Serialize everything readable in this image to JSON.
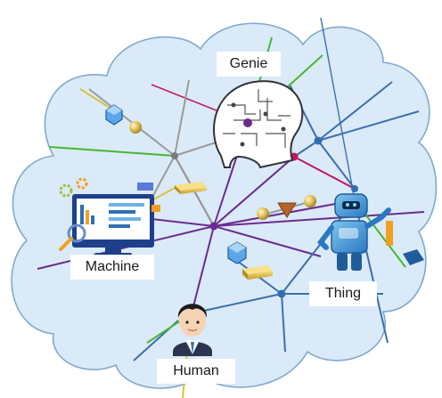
{
  "labels": {
    "genie": "Genie",
    "machine": "Machine",
    "thing": "Thing",
    "human": "Human"
  },
  "colors": {
    "cloud_fill": "#dbeaf8",
    "cloud_stroke": "#7fa9cf",
    "line_blue": "#3a6fae",
    "line_purple": "#6a2c91",
    "line_magenta": "#c0185e",
    "line_green": "#46b82e",
    "line_gray": "#9a9a9a",
    "line_yellow": "#d8c23a",
    "hub_purple": "#6a2c91",
    "node_blue": "#2f6fb0",
    "node_gray": "#7a7a7a"
  },
  "icons": [
    "brain-head-icon",
    "computer-monitor-icon",
    "robot-icon",
    "businessman-icon",
    "gold-bar-icon",
    "blue-gem-icon",
    "gold-orb-icon",
    "bronze-triangle-icon",
    "gear-icon"
  ]
}
